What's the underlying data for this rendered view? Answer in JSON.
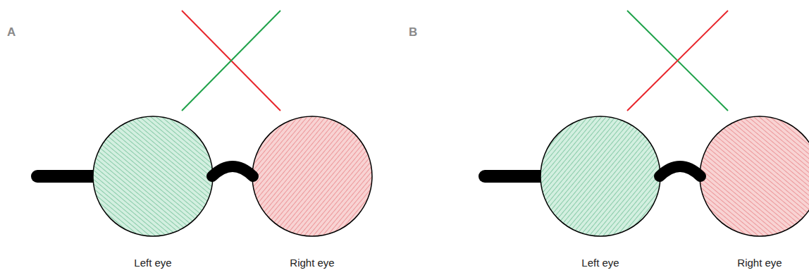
{
  "diagram": {
    "labels": [
      "A",
      "Left eye",
      "Right eye",
      "B",
      "Left eye",
      "Right eye"
    ]
  }
}
